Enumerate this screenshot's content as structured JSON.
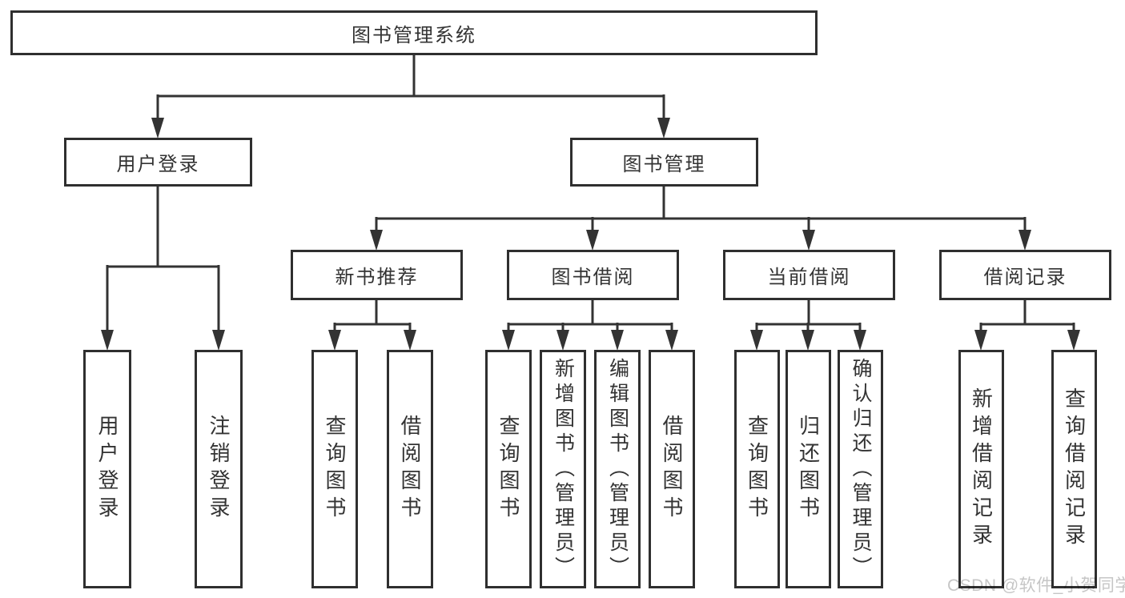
{
  "diagram": {
    "root": {
      "label": "图书管理系统"
    },
    "branches": [
      {
        "label": "用户登录",
        "children": [
          {
            "label": "用户登录"
          },
          {
            "label": "注销登录"
          }
        ]
      },
      {
        "label": "图书管理",
        "children": [
          {
            "label": "新书推荐",
            "children": [
              {
                "label": "查询图书"
              },
              {
                "label": "借阅图书"
              }
            ]
          },
          {
            "label": "图书借阅",
            "children": [
              {
                "label": "查询图书"
              },
              {
                "label": "新增图书（管理员）"
              },
              {
                "label": "编辑图书（管理员）"
              },
              {
                "label": "借阅图书"
              }
            ]
          },
          {
            "label": "当前借阅",
            "children": [
              {
                "label": "查询图书"
              },
              {
                "label": "归还图书"
              },
              {
                "label": "确认归还（管理员）"
              }
            ]
          },
          {
            "label": "借阅记录",
            "children": [
              {
                "label": "新增借阅记录"
              },
              {
                "label": "查询借阅记录"
              }
            ]
          }
        ]
      }
    ]
  },
  "watermark": {
    "text": "CSDN @软件_小贺同学"
  },
  "colors": {
    "line": "#333333",
    "border": "#2f2f2f",
    "text": "#333333",
    "watermark": "#c6c6c6",
    "background": "#ffffff"
  }
}
